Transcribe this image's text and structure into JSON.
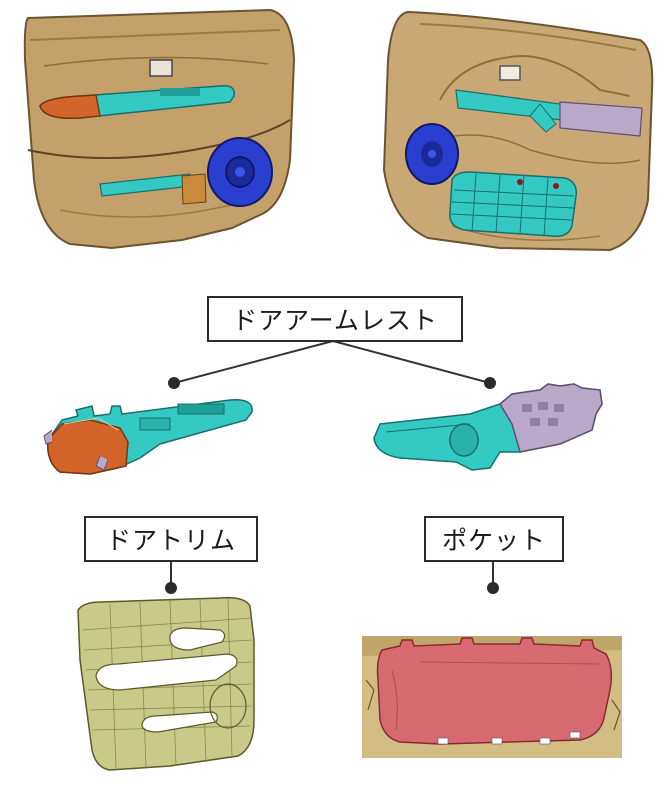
{
  "labels": {
    "armrest": "ドアアームレスト",
    "trim": "ドアトリム",
    "pocket": "ポケット"
  },
  "colors": {
    "door_tan": "#c4a06a",
    "door_tan_dark": "#9c7a44",
    "armrest_cyan": "#35c9c3",
    "armrest_orange": "#d4652a",
    "speaker_blue": "#2a3fd0",
    "bracket_lilac": "#b9a8c8",
    "trim_olive": "#c9c98a",
    "pocket_red": "#d66a70",
    "connector_line": "#333333"
  },
  "icons": [
    "door-front-view-image",
    "door-back-view-image",
    "armrest-front-image",
    "armrest-back-image",
    "door-trim-mesh-image",
    "pocket-image"
  ]
}
